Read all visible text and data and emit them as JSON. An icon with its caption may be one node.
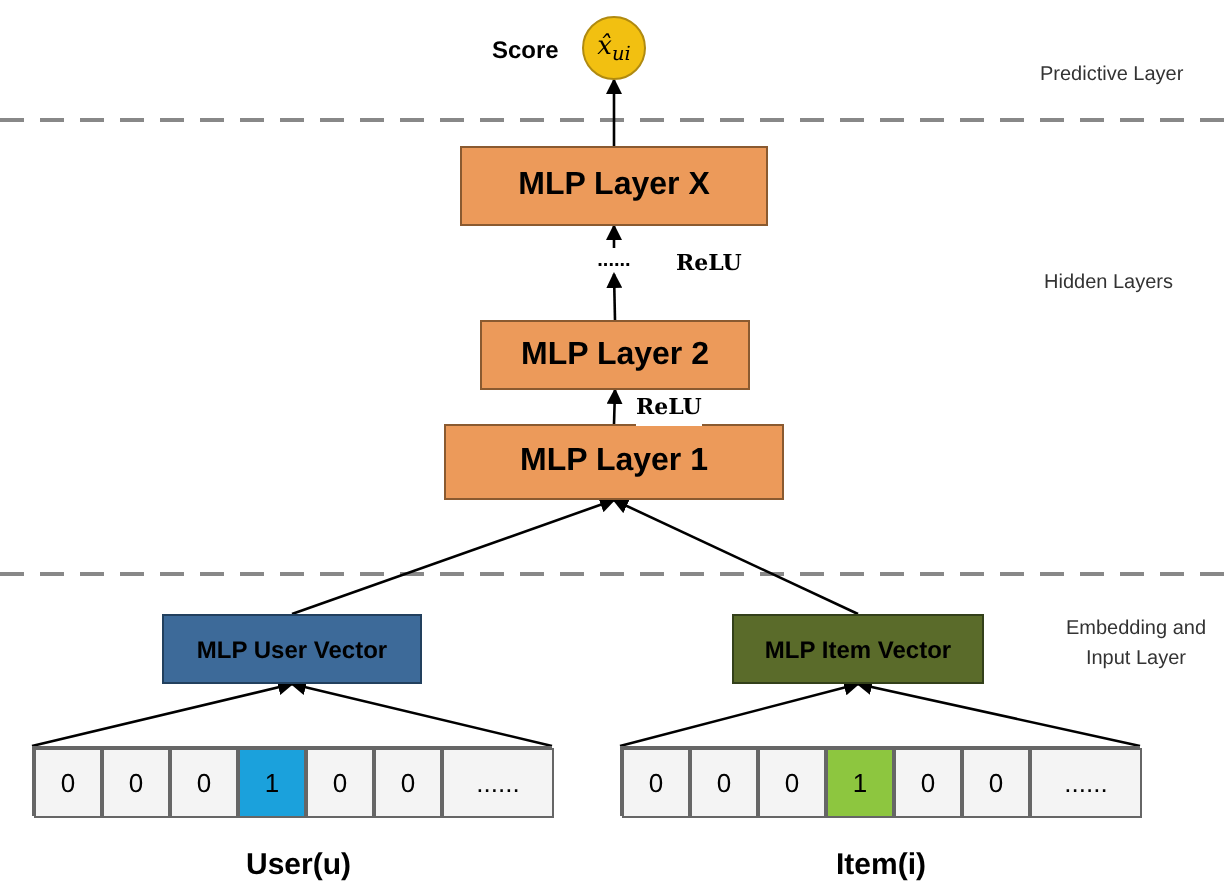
{
  "diagram": {
    "nodes": [
      {
        "text": [
          "x̂$_{ui}$"
        ],
        "beside": [
          "Score"
        ]
      },
      {
        "text": [
          "MLP Layer X"
        ]
      },
      {
        "text": [
          "......"
        ]
      },
      {
        "text": [
          "MLP Layer 2"
        ]
      },
      {
        "text": [
          "MLP Layer 1"
        ]
      },
      {
        "text": [
          "MLP User Vector"
        ]
      },
      {
        "text": [
          "MLP Item Vector"
        ]
      },
      {
        "text": [],
        "shape": "bar",
        "beside": [
          "User(u)"
        ]
      },
      {
        "text": [
          "0"
        ],
        "in": 7
      },
      {
        "text": [
          "0"
        ],
        "in": 7
      },
      {
        "text": [
          "0"
        ],
        "in": 7
      },
      {
        "text": [
          "1"
        ],
        "in": 7
      },
      {
        "text": [
          "0"
        ],
        "in": 7
      },
      {
        "text": [
          "0"
        ],
        "in": 7
      },
      {
        "text": [
          "......"
        ],
        "in": 7
      },
      {
        "text": [],
        "shape": "bar",
        "beside": [
          "Item(i)"
        ]
      },
      {
        "text": [
          "0"
        ],
        "in": 15
      },
      {
        "text": [
          "0"
        ],
        "in": 15
      },
      {
        "text": [
          "0"
        ],
        "in": 15
      },
      {
        "text": [
          "1"
        ],
        "in": 15
      },
      {
        "text": [
          "0"
        ],
        "in": 15
      },
      {
        "text": [
          "0"
        ],
        "in": 15
      },
      {
        "text": [
          "......"
        ],
        "in": 15
      }
    ],
    "edges": [
      {
        "from": 1,
        "to": 0,
        "arrow": "to"
      },
      {
        "from": 2,
        "to": 1,
        "arrow": "to"
      },
      {
        "from": 3,
        "to": 2,
        "arrow": "to"
      },
      {
        "from": 4,
        "to": 3,
        "arrow": "to",
        "label": "ReLU"
      },
      {
        "from": 5,
        "to": 4,
        "arrow": "to"
      },
      {
        "from": 6,
        "to": 4,
        "arrow": "to"
      },
      {
        "from": 7,
        "to": 5,
        "arrow": "to"
      },
      {
        "from": 7,
        "to": 5,
        "arrow": "to"
      },
      {
        "from": 15,
        "to": 6,
        "arrow": "to"
      },
      {
        "from": 15,
        "to": 6,
        "arrow": "to"
      }
    ],
    "labels": [
      "Predictive Layer",
      "ReLU",
      "Hidden Layers",
      "Embedding and Input Layer"
    ]
  }
}
